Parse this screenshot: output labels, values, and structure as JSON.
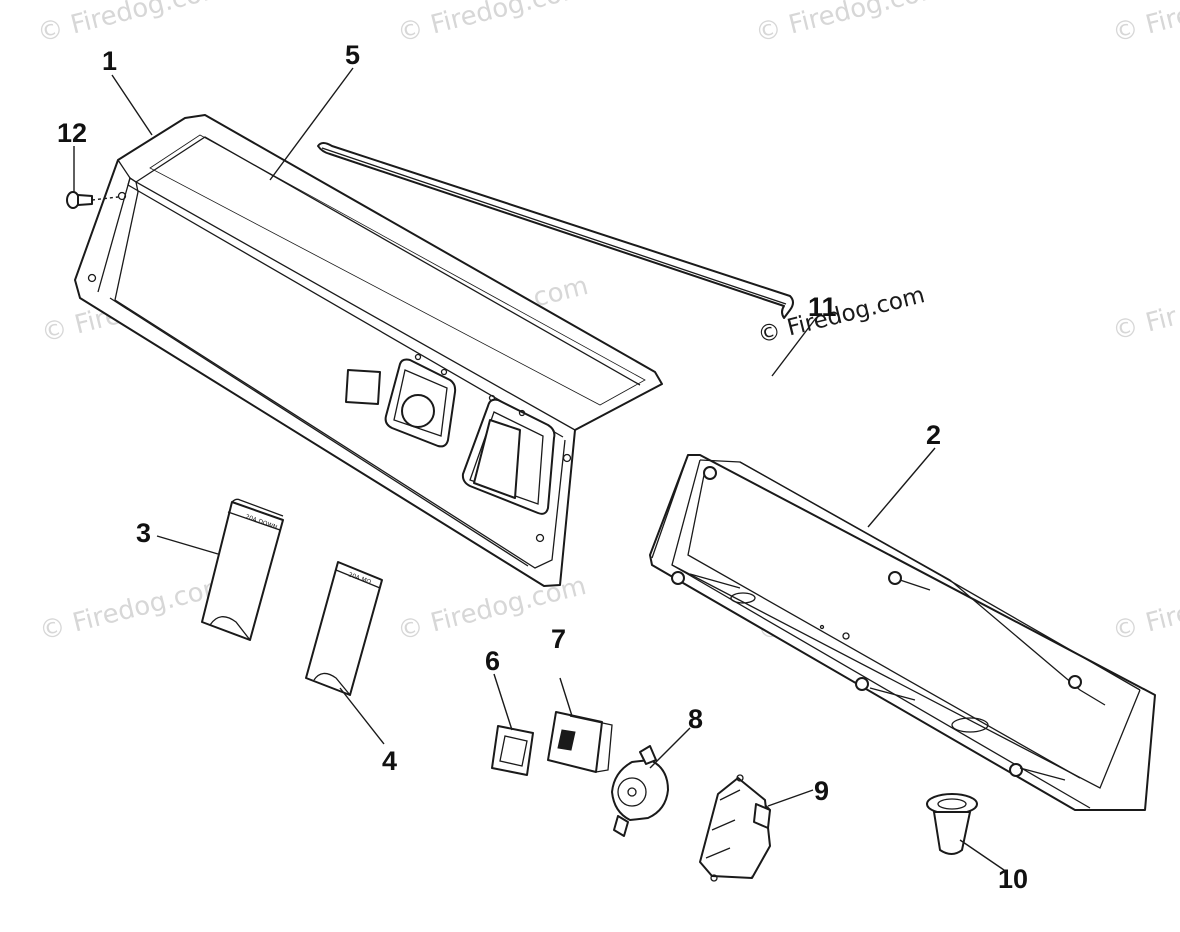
{
  "watermark": {
    "text": "© Firedog.com",
    "text_partial": "© Fire",
    "text_partial_short": "© Fir",
    "text_frag": "Firedog.com",
    "text_frag2": "Firedog.c",
    "text_frag3": "© Firedog.com"
  },
  "callouts": {
    "c1": "1",
    "c2": "2",
    "c3": "3",
    "c4": "4",
    "c5": "5",
    "c6": "6",
    "c7": "7",
    "c8": "8",
    "c9": "9",
    "c10": "10",
    "c11": "11",
    "c12": "12"
  },
  "labels": {
    "cover3": "20A DOWN",
    "cover4": "20A MO"
  }
}
